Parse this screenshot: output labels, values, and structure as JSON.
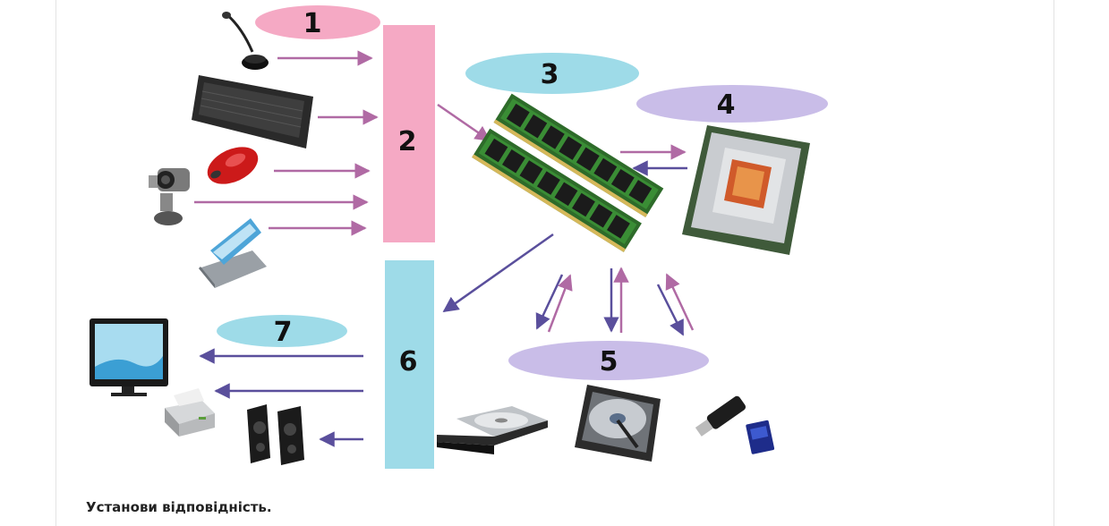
{
  "diagram": {
    "labels": {
      "n1": "1",
      "n2": "2",
      "n3": "3",
      "n4": "4",
      "n5": "5",
      "n6": "6",
      "n7": "7"
    },
    "colors": {
      "pink": "#f5a9c4",
      "cyan": "#9edbe8",
      "lavender": "#c9bde8",
      "arrow_in": "#b06aa4",
      "arrow_out": "#5a4f9c"
    },
    "devices": {
      "input": [
        "microphone-icon",
        "keyboard-icon",
        "mouse-icon",
        "webcam-icon",
        "scanner-icon"
      ],
      "memory": "ram-icon",
      "processor": "cpu-icon",
      "storage": [
        "optical-drive-icon",
        "hard-drive-icon",
        "usb-flash-icon",
        "sd-card-icon"
      ],
      "output": [
        "monitor-icon",
        "printer-icon",
        "speakers-icon"
      ]
    }
  },
  "caption": "Установи відповідність."
}
